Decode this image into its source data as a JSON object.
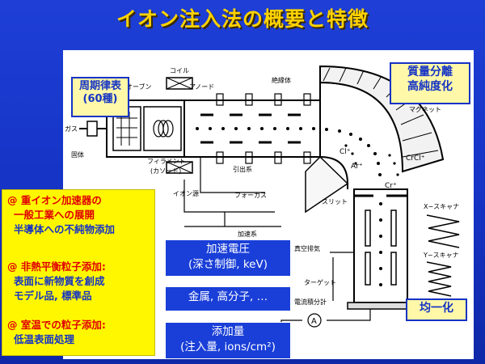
{
  "title": "イオン注入法の概要と特徴",
  "labels": {
    "periodic_table": [
      "周期律表",
      "(60種)"
    ],
    "mass_separation": [
      "質量分離",
      "高純度化"
    ],
    "uniformity": "均一化"
  },
  "diagram_labels": {
    "coil": "コイル",
    "oven": "オーブン",
    "anode": "アノード",
    "insulator": "絶縁体",
    "magnet": "マグネット",
    "gas": "ガス",
    "solid": "固体",
    "filament": "フィラメント",
    "cathode": "(カソード)",
    "extraction": "引出系",
    "ion_source": "イオン源",
    "focus": "フォーカス",
    "accel": "加速系",
    "slit": "スリット",
    "vacuum": "真空排気",
    "target": "ターゲット",
    "current_integrator": "電流積分計",
    "ammeter": "A",
    "x_scanner": "X−スキャナ",
    "y_scanner": "Y−スキャナ",
    "ion_cl": "Cl⁺",
    "ion_ar": "Ar⁺",
    "ion_cr": "Cr⁺",
    "ion_crcl": "CrCl⁺"
  },
  "notes": [
    {
      "heading": "@ 重イオン加速器の",
      "lines": [
        "一般工業への展開",
        "半導体への不純物添加"
      ]
    },
    {
      "heading": "@ 非熱平衡粒子添加:",
      "lines": [
        "表面に新物質を創成",
        "モデル品, 標準品"
      ]
    },
    {
      "heading": "@ 室温での粒子添加:",
      "lines": [
        "低温表面処理"
      ]
    }
  ],
  "info_boxes": {
    "accel_voltage": [
      "加速電圧",
      "(深さ制御, keV)"
    ],
    "materials": "金属, 高分子, …",
    "dose": [
      "添加量",
      "(注入量, ions/cm²)"
    ]
  },
  "colors": {
    "background": "#1533c4",
    "title": "#ffd200",
    "note_red": "#e00000",
    "note_blue": "#1533c4",
    "note_bg": "#fff700",
    "label_bg": "#fff8a8"
  }
}
